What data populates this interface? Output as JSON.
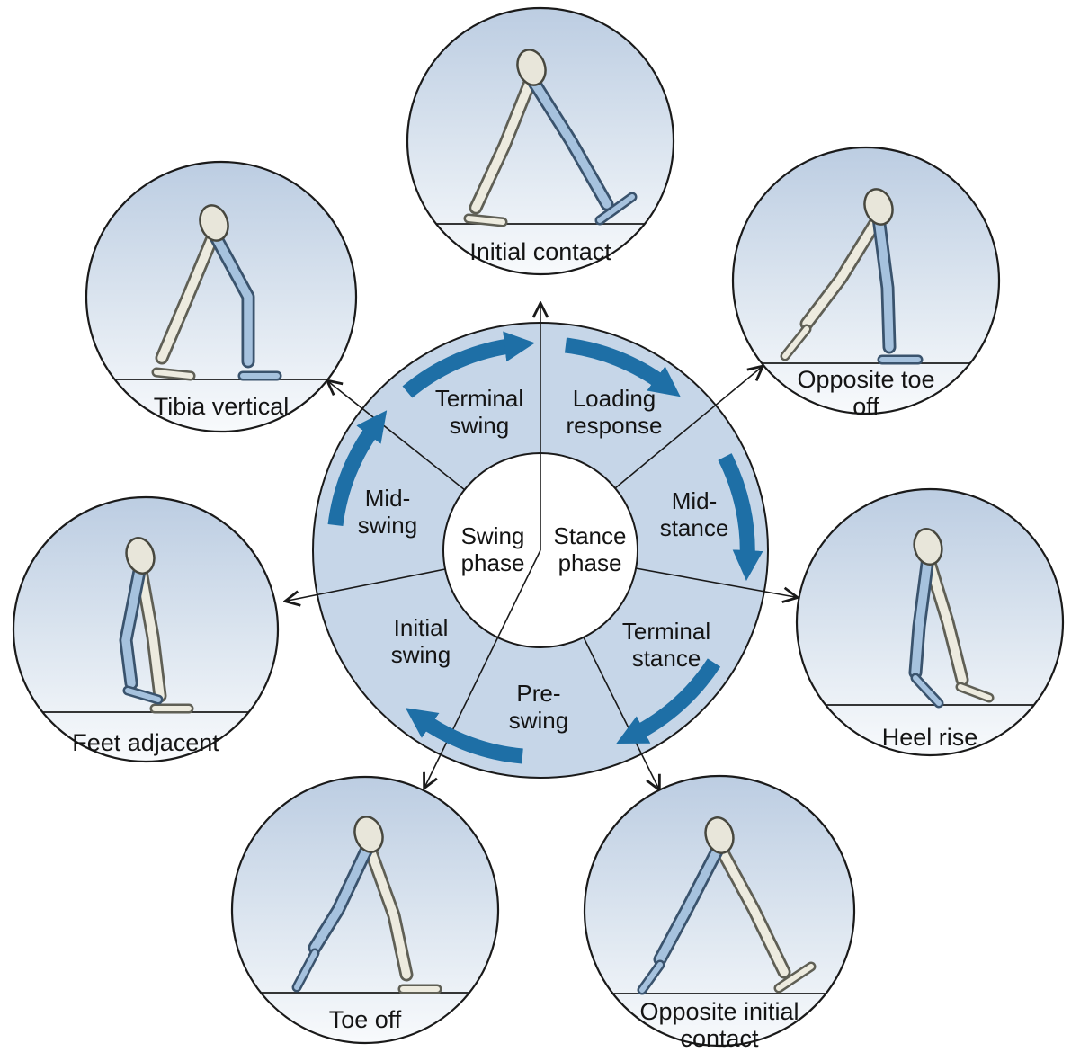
{
  "figure": {
    "name": "Gait cycle diagram",
    "colors": {
      "arrow_blue": "#1e6fa6",
      "ring_fill": "#c6d6e8",
      "circle_top": "#bccde2",
      "circle_bottom": "#f8fafc",
      "outline": "#1a1a1a"
    }
  },
  "wheel": {
    "segments": {
      "terminal_swing": "Terminal\nswing",
      "loading_response": "Loading\nresponse",
      "mid_stance": "Mid-\nstance",
      "terminal_stance": "Terminal\nstance",
      "pre_swing": "Pre-\nswing",
      "initial_swing": "Initial\nswing",
      "mid_swing": "Mid-\nswing"
    },
    "center": {
      "swing": "Swing\nphase",
      "stance": "Stance\nphase"
    }
  },
  "stations": {
    "initial_contact": {
      "label": "Initial contact"
    },
    "opposite_toe_off": {
      "label": "Opposite toe\noff"
    },
    "heel_rise": {
      "label": "Heel rise"
    },
    "opposite_initial_contact": {
      "label": "Opposite initial\ncontact"
    },
    "toe_off": {
      "label": "Toe off"
    },
    "feet_adjacent": {
      "label": "Feet adjacent"
    },
    "tibia_vertical": {
      "label": "Tibia vertical"
    }
  }
}
